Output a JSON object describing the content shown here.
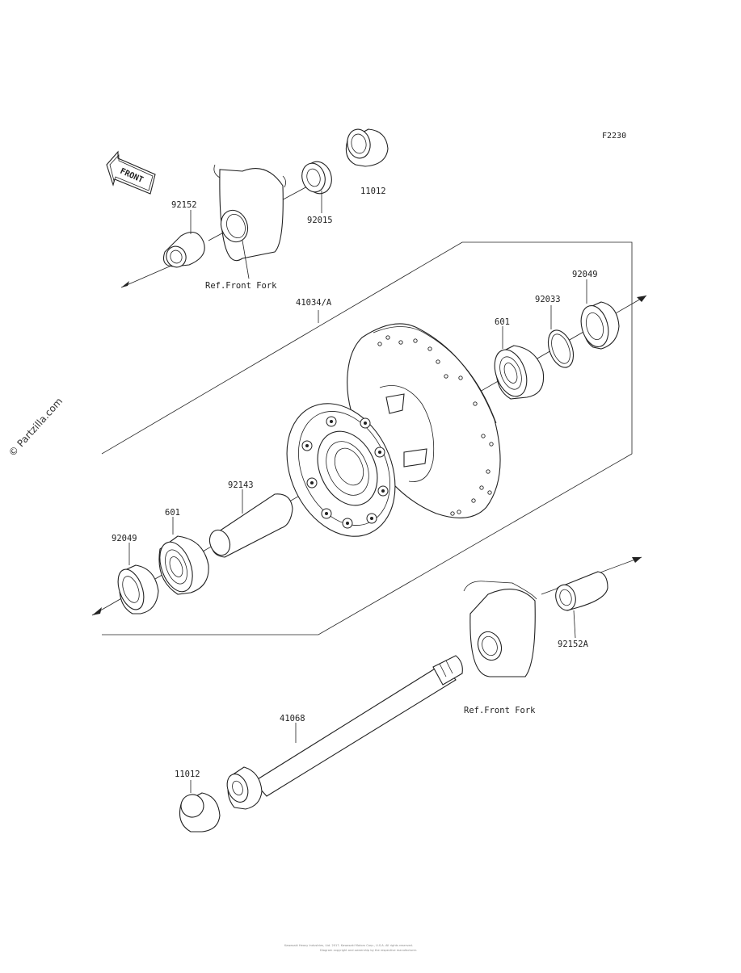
{
  "diagram": {
    "code": "F2230",
    "front_arrow_label": "FRONT",
    "watermark": "© Partzilla.com",
    "footer_line1": "Kawasaki Heavy Industries, Ltd. 2017. Kawasaki Motors Corp., U.S.A. All rights reserved.",
    "footer_line2": "Diagram copyright and ownership by the respective manufacturer.",
    "labels": {
      "p92152": "92152",
      "p92015": "92015",
      "p11012_top": "11012",
      "ref_fork_top": "Ref.Front Fork",
      "p41034A": "41034/A",
      "p92049_right": "92049",
      "p92033": "92033",
      "p601_right": "601",
      "p92143": "92143",
      "p601_left": "601",
      "p92049_left": "92049",
      "p92152A": "92152A",
      "ref_fork_bottom": "Ref.Front Fork",
      "p41068": "41068",
      "p11012_bottom": "11012"
    }
  }
}
